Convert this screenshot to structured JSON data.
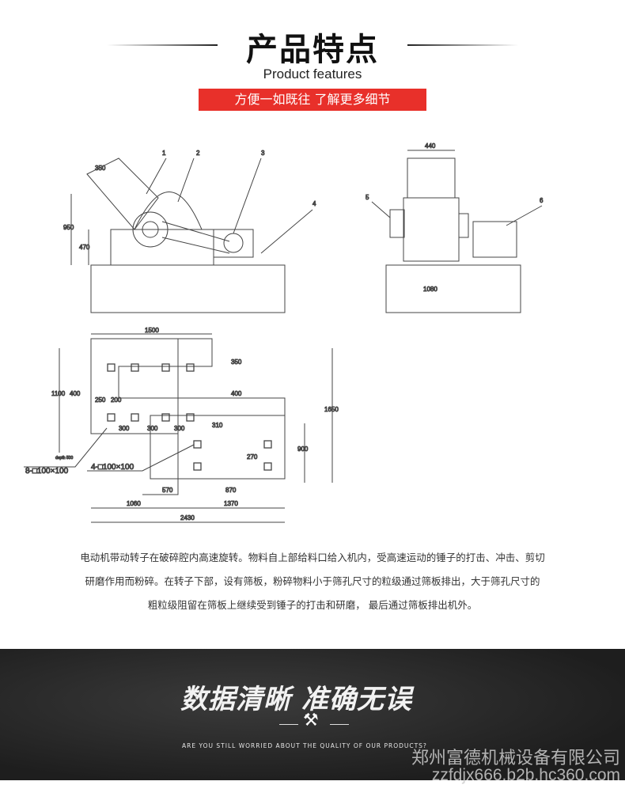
{
  "header": {
    "title": "产品特点",
    "subtitle": "Product features",
    "button": "方便一如既往  了解更多细节"
  },
  "drawing": {
    "side_callouts": [
      "1",
      "2",
      "3",
      "4"
    ],
    "side_dims": [
      "350",
      "950",
      "470"
    ],
    "front_callouts": [
      "5",
      "6"
    ],
    "front_dims": [
      "440",
      "1080"
    ],
    "plan_dims": [
      "1500",
      "1100",
      "400",
      "250",
      "200",
      "300",
      "300",
      "300",
      "350",
      "400",
      "310",
      "1650",
      "900",
      "270",
      "570",
      "870",
      "1060",
      "1370",
      "2430"
    ],
    "plan_notes": [
      "8-□100×100",
      "depth 500",
      "4-□100×100"
    ]
  },
  "description": [
    "电动机带动转子在破碎腔内高速旋转。物料自上部给料口给入机内，受高速运动的锤子的打击、冲击、剪切",
    "研磨作用而粉碎。在转子下部，设有筛板，粉碎物料小于筛孔尺寸的粒级通过筛板排出，大于筛孔尺寸的",
    "粗粒级阻留在筛板上继续受到锤子的打击和研磨，  最后通过筛板排出机外。"
  ],
  "banner": {
    "title": "数据清晰  准确无误",
    "tagline": "ARE YOU STILL WORRIED ABOUT THE QUALITY OF OUR PRODUCTS?"
  },
  "watermark": {
    "company": "郑州富德机械设备有限公司",
    "url": "zzfdjx666.b2b.hc360.com"
  }
}
